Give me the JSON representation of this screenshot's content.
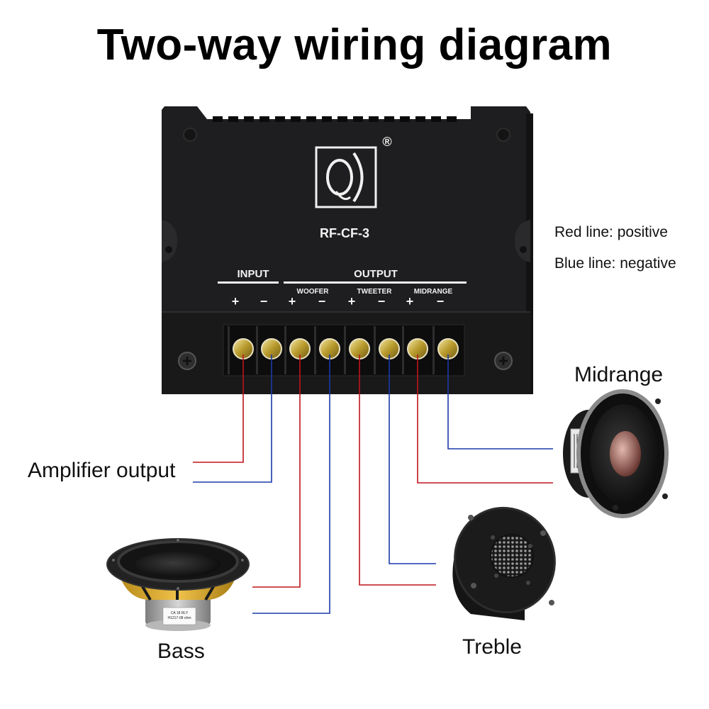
{
  "title": "Two-way wiring diagram",
  "legend": {
    "positive": "Red line: positive",
    "negative": "Blue line: negative"
  },
  "colors": {
    "positive": "#c0141c",
    "negative": "#1a3aa8",
    "housing": "#1c1c1e"
  },
  "device": {
    "model": "RF-CF-3",
    "registered_mark": "®",
    "logo_icon": "q-bracket-logo",
    "input_label": "INPUT",
    "output_label": "OUTPUT",
    "groups": [
      "WOOFER",
      "TWEETER",
      "MIDRANGE"
    ],
    "terminals": [
      {
        "group": "INPUT",
        "polarity": "+"
      },
      {
        "group": "INPUT",
        "polarity": "−"
      },
      {
        "group": "WOOFER",
        "polarity": "+"
      },
      {
        "group": "WOOFER",
        "polarity": "−"
      },
      {
        "group": "TWEETER",
        "polarity": "+"
      },
      {
        "group": "TWEETER",
        "polarity": "−"
      },
      {
        "group": "MIDRANGE",
        "polarity": "+"
      },
      {
        "group": "MIDRANGE",
        "polarity": "−"
      }
    ]
  },
  "connections": {
    "amplifier": "Amplifier output",
    "bass": "Bass",
    "treble": "Treble",
    "midrange": "Midrange"
  },
  "speaker_label_text": [
    "CA 18 RLY",
    "H1217-08 ohm"
  ]
}
